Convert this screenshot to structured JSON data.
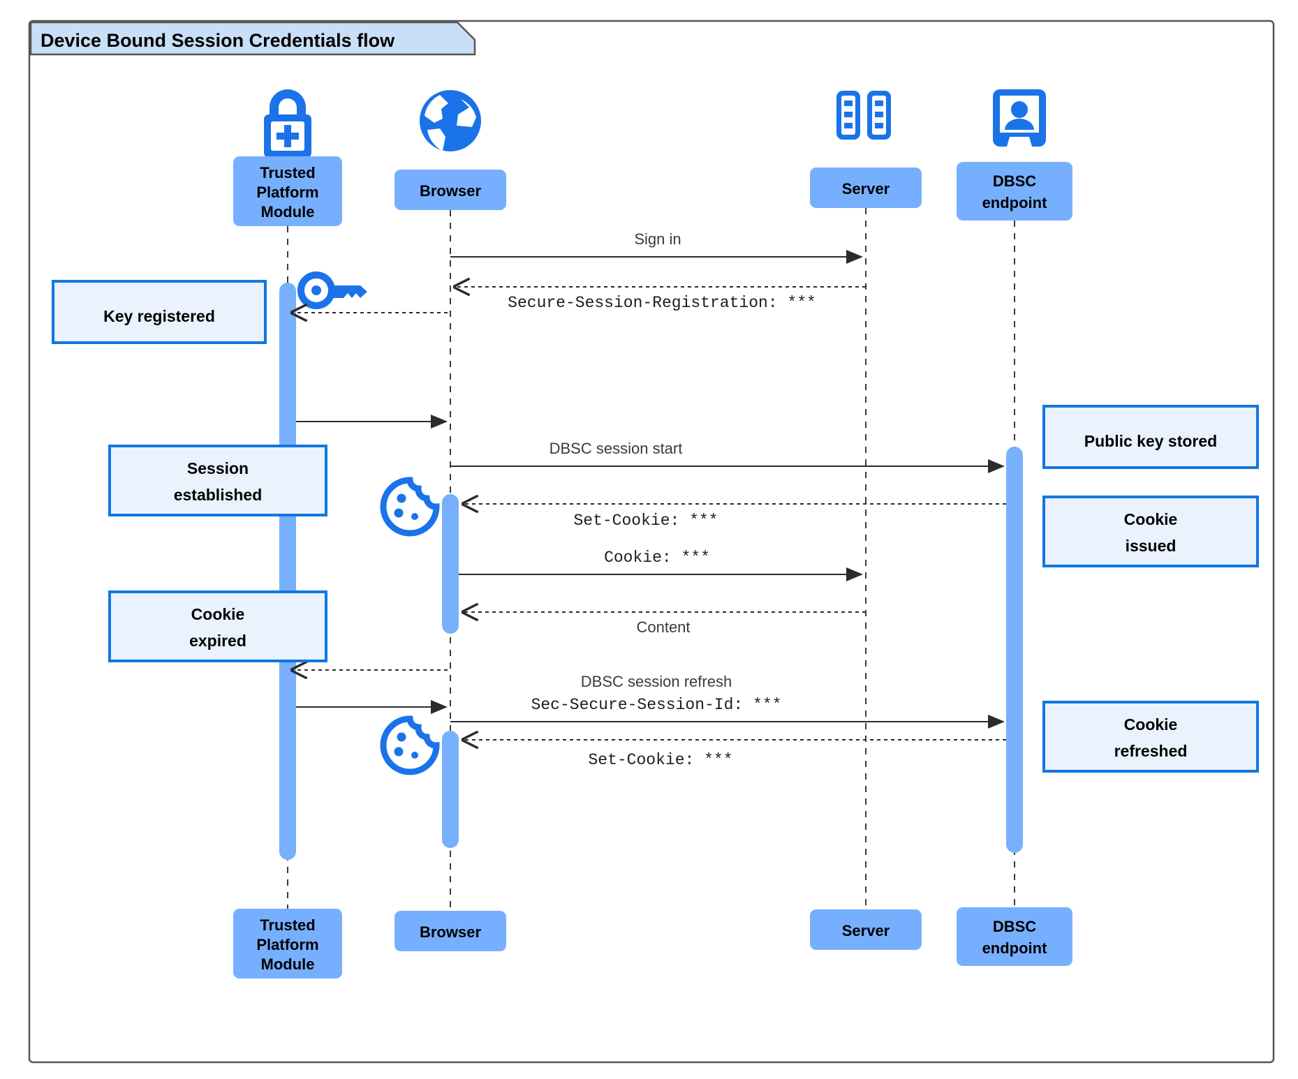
{
  "diagram": {
    "type": "sequence",
    "title": "Device Bound Session Credentials flow",
    "colors": {
      "participant_fill": "#77afff",
      "note_fill": "#eaf2fe",
      "note_border": "#1177e0",
      "icon_blue": "#1a73e8",
      "activation_fill": "#78b0fb",
      "title_tab_fill": "#c9def7",
      "frame_border": "#555555"
    },
    "participants": [
      {
        "id": "tpm",
        "label": "Trusted\nPlatform\nModule",
        "line1": "Trusted",
        "line2": "Platform",
        "line3": "Module",
        "icon": "lock-plus-icon"
      },
      {
        "id": "browser",
        "label": "Browser",
        "line1": "Browser",
        "icon": "globe-icon"
      },
      {
        "id": "server",
        "label": "Server",
        "line1": "Server",
        "icon": "server-racks-icon"
      },
      {
        "id": "dbsc",
        "label": "DBSC\nendpoint",
        "line1": "DBSC",
        "line2": "endpoint",
        "icon": "id-badge-icon"
      }
    ],
    "messages": [
      {
        "id": "m1",
        "from": "browser",
        "to": "server",
        "label": "Sign in",
        "style": "solid",
        "font": "sans"
      },
      {
        "id": "m2",
        "from": "server",
        "to": "browser",
        "label": "Secure-Session-Registration: ***",
        "style": "dashed",
        "font": "mono"
      },
      {
        "id": "m3",
        "from": "browser",
        "to": "tpm",
        "label": "",
        "style": "dashed",
        "font": "mono"
      },
      {
        "id": "m4",
        "from": "tpm",
        "to": "browser",
        "label": "",
        "style": "solid",
        "font": "sans"
      },
      {
        "id": "m5",
        "from": "browser",
        "to": "dbsc",
        "label": "DBSC session start",
        "style": "solid",
        "font": "sans"
      },
      {
        "id": "m6",
        "from": "dbsc",
        "to": "browser",
        "label": "Set-Cookie: ***",
        "style": "dashed",
        "font": "mono"
      },
      {
        "id": "m7",
        "from": "browser",
        "to": "server",
        "label": "Cookie: ***",
        "style": "solid",
        "font": "mono"
      },
      {
        "id": "m8",
        "from": "server",
        "to": "browser",
        "label": "Content",
        "style": "dashed",
        "font": "sans"
      },
      {
        "id": "m9",
        "from": "browser",
        "to": "tpm",
        "label": "",
        "style": "dashed",
        "font": "mono"
      },
      {
        "id": "m10",
        "from": "tpm",
        "to": "browser",
        "label": "",
        "style": "solid",
        "font": "sans"
      },
      {
        "id": "m11",
        "from": "browser",
        "to": "dbsc",
        "label": "DBSC session refresh",
        "label2": "Sec-Secure-Session-Id: ***",
        "style": "solid",
        "font": "mixed"
      },
      {
        "id": "m12",
        "from": "dbsc",
        "to": "browser",
        "label": "Set-Cookie: ***",
        "style": "dashed",
        "font": "mono"
      }
    ],
    "notes": [
      {
        "id": "n1",
        "side": "left",
        "line1": "Key registered",
        "line2": "",
        "anchor": "tpm"
      },
      {
        "id": "n2",
        "side": "left",
        "line1": "Session",
        "line2": "established",
        "anchor": "tpm"
      },
      {
        "id": "n3",
        "side": "left",
        "line1": "Cookie",
        "line2": "expired",
        "anchor": "tpm"
      },
      {
        "id": "n4",
        "side": "right",
        "line1": "Public key stored",
        "line2": "",
        "anchor": "dbsc"
      },
      {
        "id": "n5",
        "side": "right",
        "line1": "Cookie",
        "line2": "issued",
        "anchor": "dbsc"
      },
      {
        "id": "n6",
        "side": "right",
        "line1": "Cookie",
        "line2": "refreshed",
        "anchor": "dbsc"
      }
    ],
    "decorations": [
      {
        "id": "d1",
        "icon": "key-icon",
        "near": "tpm"
      },
      {
        "id": "d2",
        "icon": "cookie-icon",
        "near": "browser"
      },
      {
        "id": "d3",
        "icon": "cookie-icon",
        "near": "browser"
      }
    ]
  }
}
